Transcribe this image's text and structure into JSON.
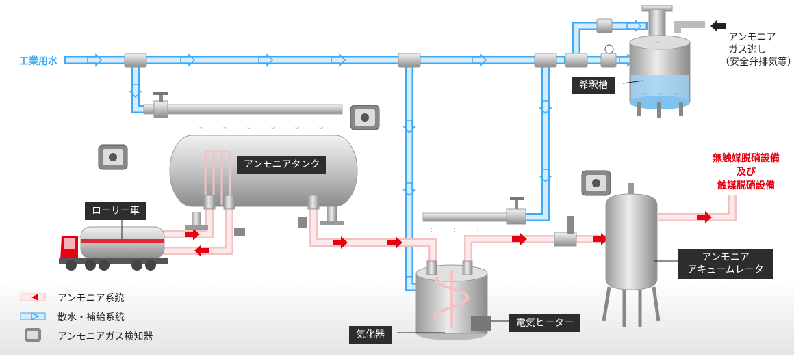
{
  "labels": {
    "industrial_water": "工業用水",
    "ammonia_vent": [
      "アンモニア",
      "ガス逃し",
      "（安全弁排気等）"
    ],
    "dilution_tank": "希釈槽",
    "ammonia_tank": "アンモニアタンク",
    "lorry": "ローリー車",
    "denitration": [
      "無触媒脱硝設備",
      "及び",
      "触媒脱硝設備"
    ],
    "accumulator": "アンモニア\nアキュームレータ",
    "vaporizer": "気化器",
    "heater": "電気ヒーター"
  },
  "legend": [
    {
      "label": "アンモニア系統",
      "kind": "ammonia-line"
    },
    {
      "label": "散水・補給系統",
      "kind": "water-line"
    },
    {
      "label": "アンモニアガス検知器",
      "kind": "gas-detector"
    }
  ],
  "colors": {
    "water": "#3fa9f5",
    "water_fill": "#cfe9fb",
    "ammonia": "#e60012",
    "ammonia_fill": "#fbe3e3",
    "label_box": "#2d2d2d",
    "denitration_text": "#e60012"
  }
}
